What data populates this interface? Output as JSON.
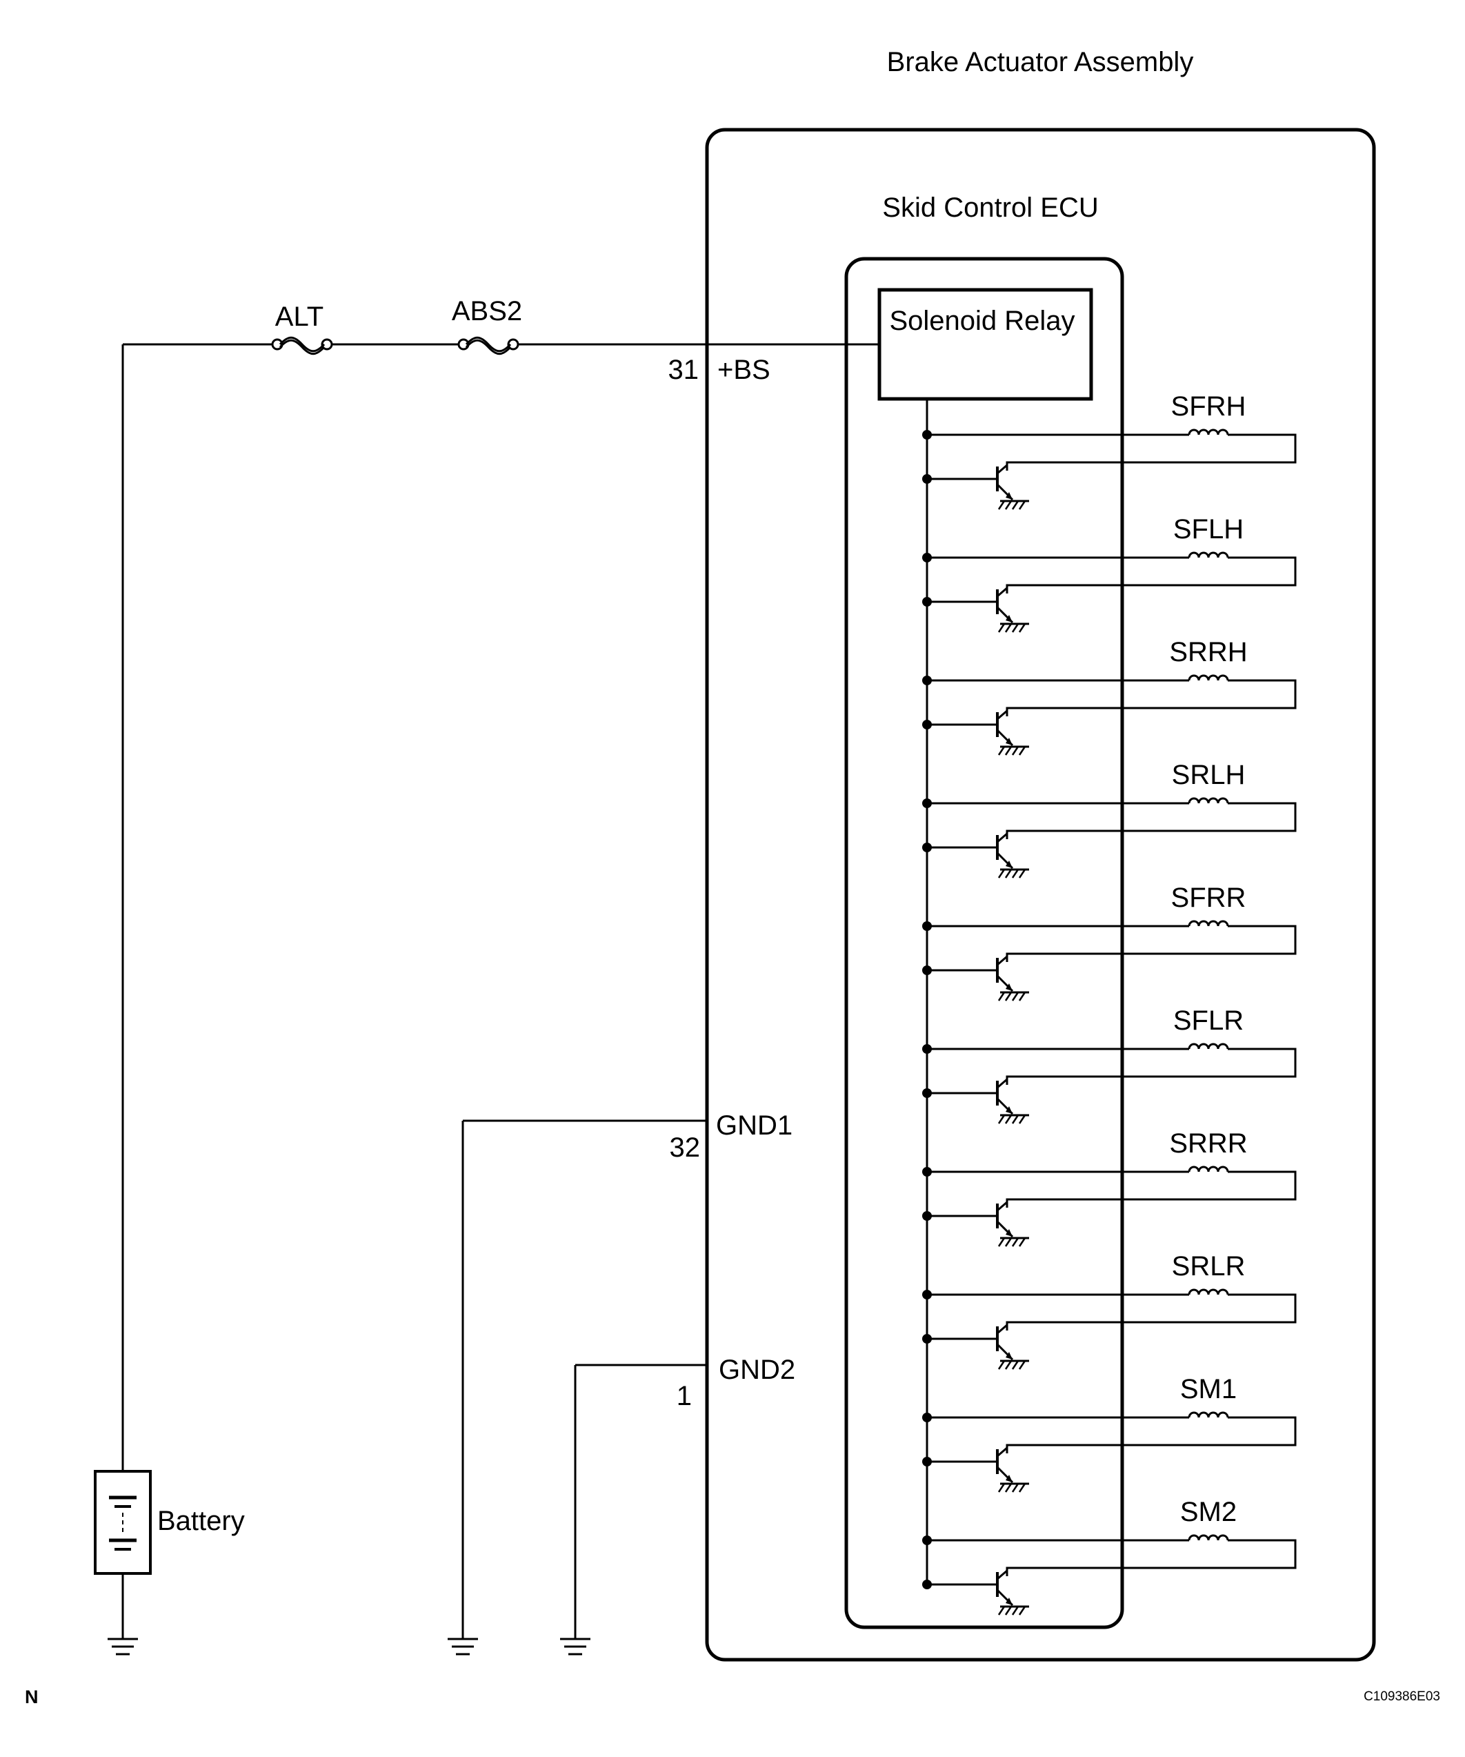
{
  "titles": {
    "assembly": "Brake Actuator Assembly",
    "ecu": "Skid Control ECU",
    "relay": "Solenoid Relay"
  },
  "fuses": [
    {
      "label": "ALT"
    },
    {
      "label": "ABS2"
    }
  ],
  "terminals": {
    "bs": {
      "pin": "31",
      "name": "+BS"
    },
    "gnd1": {
      "pin": "32",
      "name": "GND1"
    },
    "gnd2": {
      "pin": "1",
      "name": "GND2"
    }
  },
  "battery_label": "Battery",
  "solenoids": [
    "SFRH",
    "SFLH",
    "SRRH",
    "SRLH",
    "SFRR",
    "SFLR",
    "SRRR",
    "SRLR",
    "SM1",
    "SM2"
  ],
  "corner_left": "N",
  "figure_code": "C109386E03"
}
